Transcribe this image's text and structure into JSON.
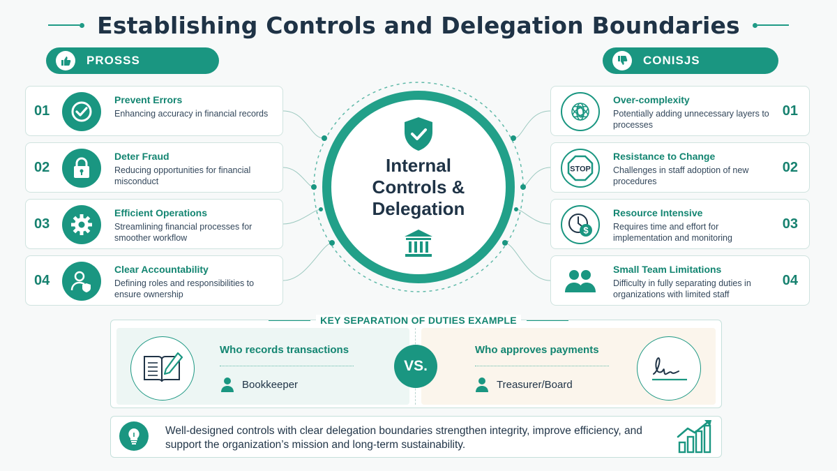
{
  "header": {
    "title": "Establishing Controls and Delegation Boundaries"
  },
  "pros": {
    "label": "PROSSS",
    "icon": "thumbs-up-icon",
    "items": [
      {
        "num": "01",
        "title": "Prevent Errors",
        "desc": "Enhancing accuracy in financial records",
        "icon": "checkmark-icon"
      },
      {
        "num": "02",
        "title": "Deter Fraud",
        "desc": "Reducing opportunities for financial misconduct",
        "icon": "lock-icon"
      },
      {
        "num": "03",
        "title": "Efficient Operations",
        "desc": "Streamlining financial processes for smoother workflow",
        "icon": "gear-icon"
      },
      {
        "num": "04",
        "title": "Clear Accountability",
        "desc": "Defining roles and responsibilities to ensure ownership",
        "icon": "user-shield-icon"
      }
    ]
  },
  "cons": {
    "label": "CONISJS",
    "icon": "thumbs-down-icon",
    "items": [
      {
        "num": "01",
        "title": "Over-complexity",
        "desc": "Potentially adding unnecessary layers to processes",
        "icon": "tangle-icon"
      },
      {
        "num": "02",
        "title": "Resistance to Change",
        "desc": "Challenges in staff adoption of new procedures",
        "icon": "stop-sign-icon",
        "icon_text": "STOP"
      },
      {
        "num": "03",
        "title": "Resource Intensive",
        "desc": "Requires time and effort for implementation and monitoring",
        "icon": "clock-dollar-icon"
      },
      {
        "num": "04",
        "title": "Small Team Limitations",
        "desc": "Difficulty in fully separating duties in organizations with limited staff",
        "icon": "team-icon"
      }
    ]
  },
  "center": {
    "title": "Internal Controls & Delegation",
    "icon_top": "shield-check-icon",
    "icon_bottom": "bank-icon"
  },
  "separation": {
    "title": "KEY SEPARATION OF DUTIES EXAMPLE",
    "left": {
      "question": "Who records transactions",
      "role": "Bookkeeper",
      "icon": "ledger-pen-icon"
    },
    "vs": "VS.",
    "right": {
      "question": "Who approves payments",
      "role": "Treasurer/Board",
      "icon": "signature-icon"
    }
  },
  "footer": {
    "text": "Well-designed controls with clear delegation boundaries strengthen integrity, improve efficiency, and support the organization’s mission and long-term sustainability.",
    "icon": "lightbulb-icon",
    "icon_right": "growth-chart-icon"
  },
  "colors": {
    "accent": "#1a9681",
    "dark": "#1f3346",
    "beige": "#fbf5ec"
  }
}
